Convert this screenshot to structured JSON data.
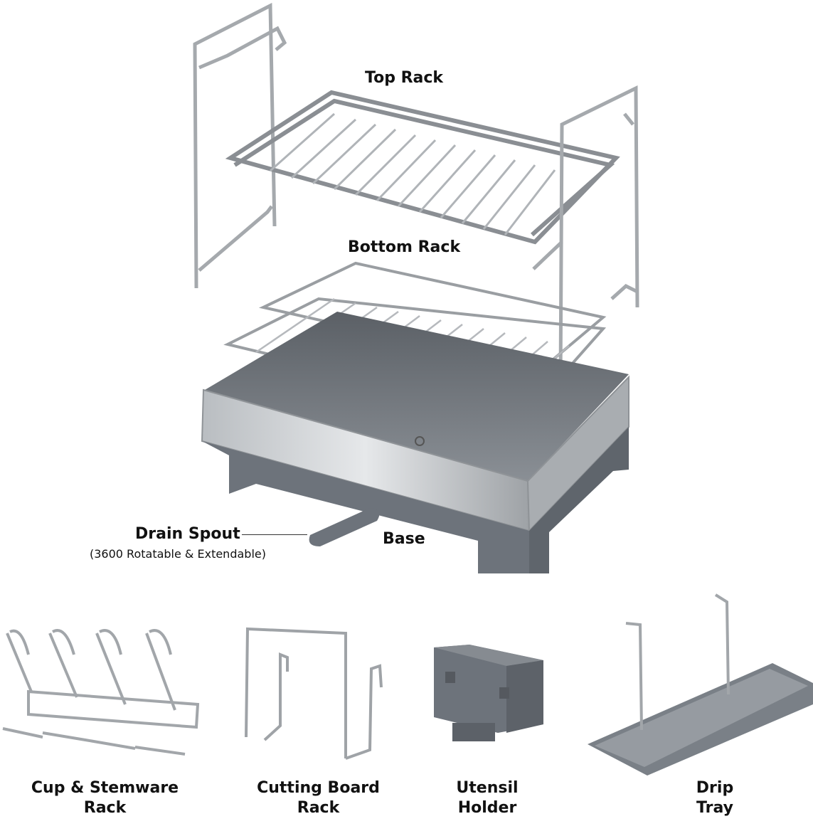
{
  "labels": {
    "top_rack": "Top Rack",
    "bottom_rack": "Bottom Rack",
    "base": "Base",
    "drain_spout": "Drain Spout",
    "drain_spout_note": "(3600 Rotatable & Extendable)",
    "cup_rack_line1": "Cup & Stemware",
    "cup_rack_line2": "Rack",
    "cutting_board_line1": "Cutting Board",
    "cutting_board_line2": "Rack",
    "utensil_line1": "Utensil",
    "utensil_line2": "Holder",
    "drip_line1": "Drip",
    "drip_line2": "Tray"
  },
  "colors": {
    "steel": "#9a9ea3",
    "steel_dark": "#6f7378",
    "plastic_gray": "#6d737b",
    "tray_inner": "#8f9499",
    "text": "#111111"
  }
}
